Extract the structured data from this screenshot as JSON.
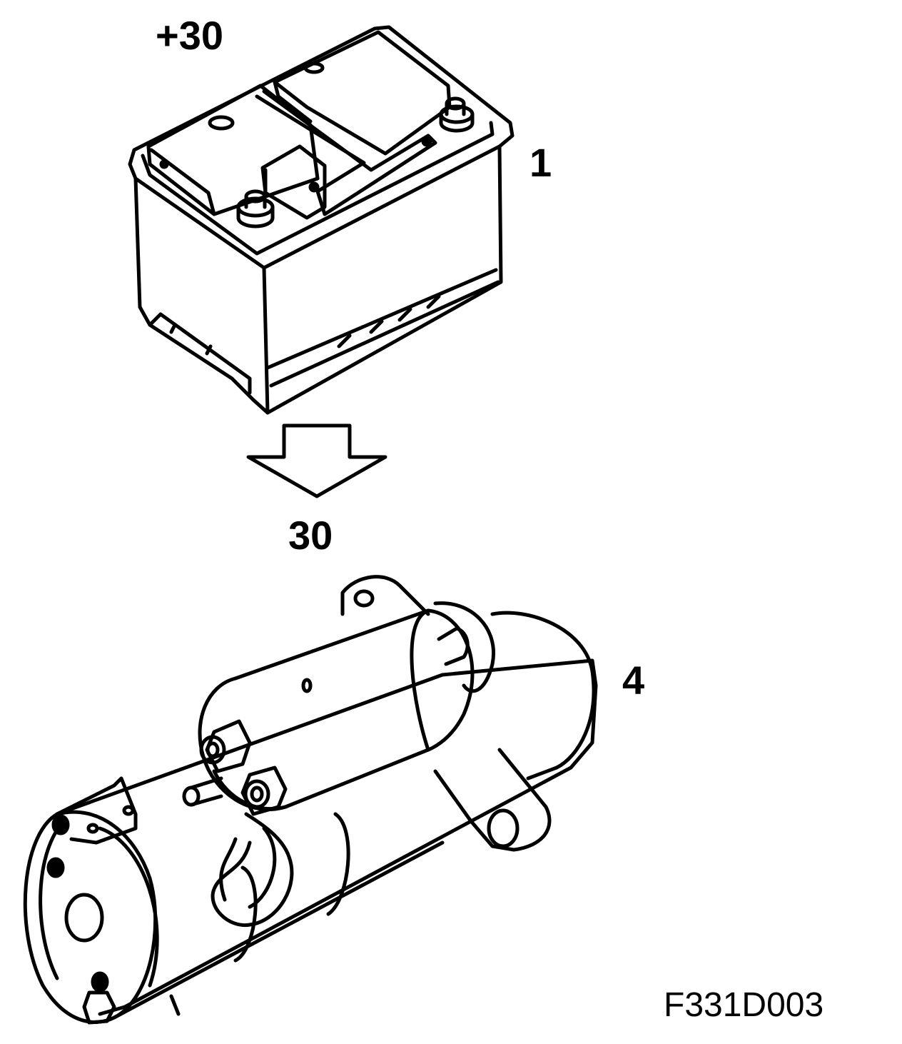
{
  "labels": {
    "battery_terminal": "+30",
    "battery_number": "1",
    "starter_terminal": "30",
    "starter_number": "4",
    "figure_code": "F331D003"
  },
  "colors": {
    "line": "#000000",
    "background": "#ffffff"
  }
}
